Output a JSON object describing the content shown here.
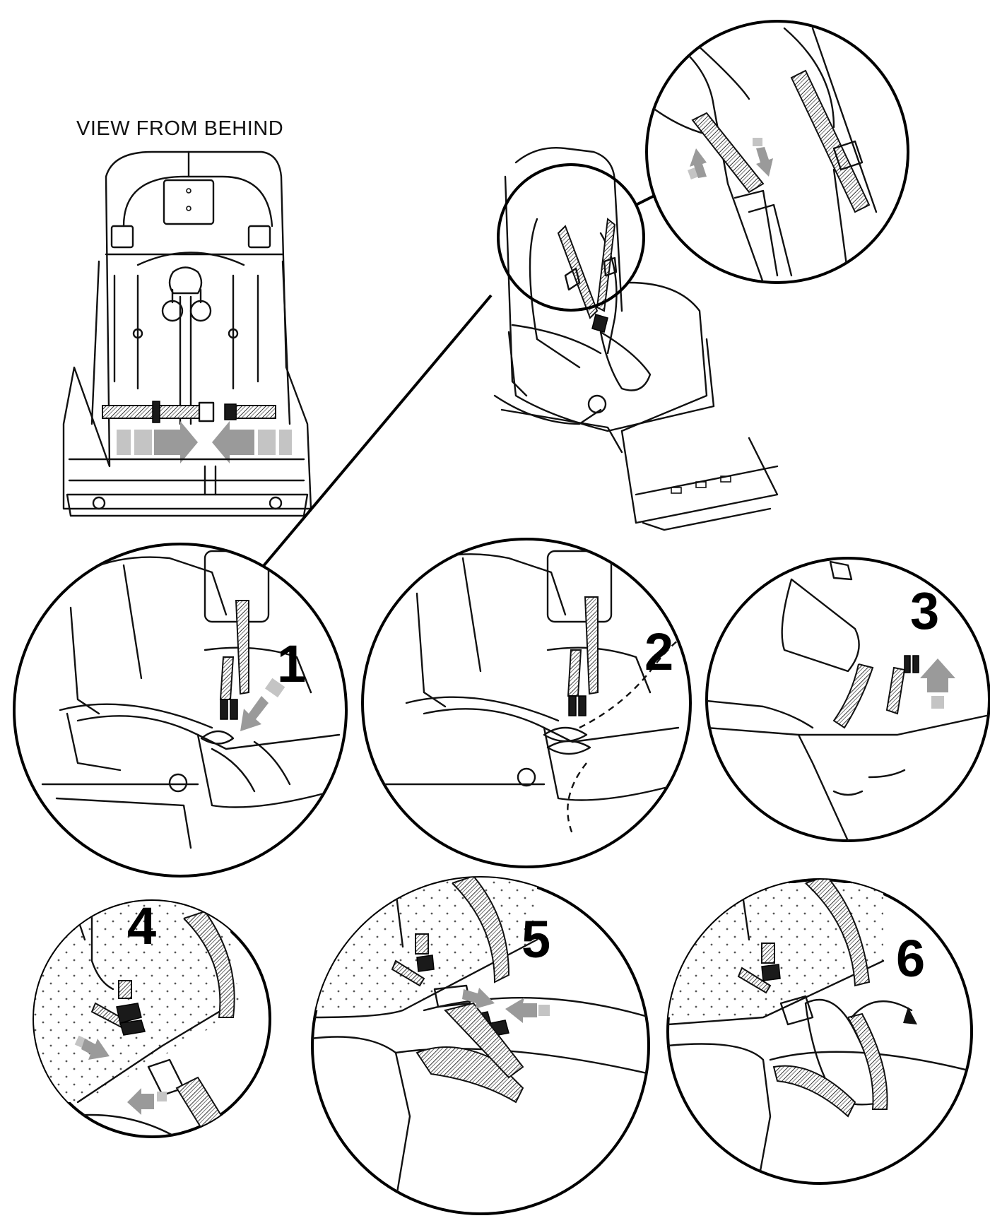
{
  "heading": "VIEW FROM BEHIND",
  "steps": [
    "1",
    "2",
    "3",
    "4",
    "5",
    "6"
  ]
}
